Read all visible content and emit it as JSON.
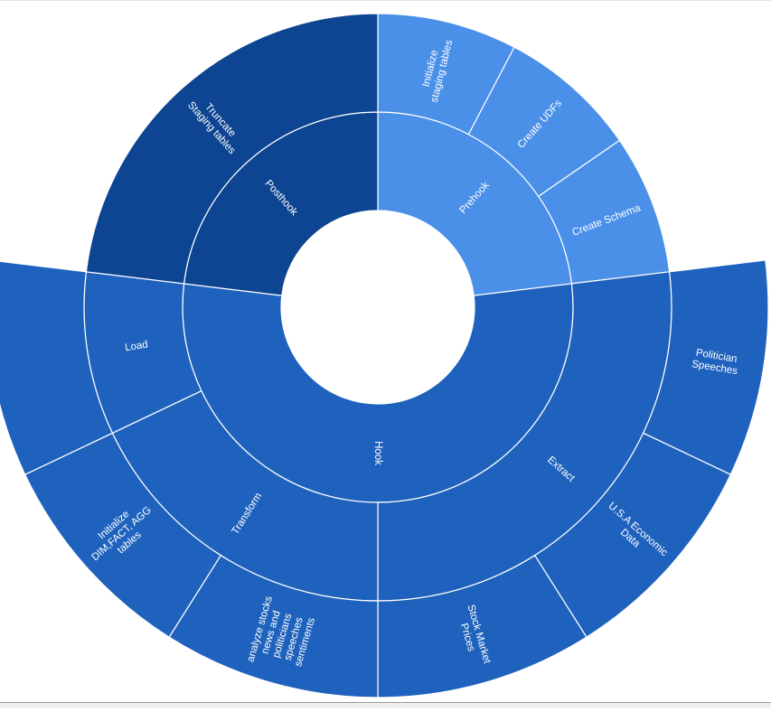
{
  "chart_data": {
    "type": "sunburst",
    "colors": {
      "Posthook": "#0d4592",
      "Prehook": "#4a8fe8",
      "Hook": "#1f62bd",
      "border": "#ffffff"
    },
    "root": {
      "children": [
        {
          "name": "Prehook",
          "value": 3,
          "children": [
            {
              "name": "Initialize staging tables",
              "value": 1
            },
            {
              "name": "Create UDFs",
              "value": 1
            },
            {
              "name": "Create Schema",
              "value": 1
            }
          ]
        },
        {
          "name": "Hook",
          "value": 7,
          "children": [
            {
              "name": "Extract",
              "value": 3,
              "children": [
                {
                  "name": "Politician Speeches",
                  "value": 1
                },
                {
                  "name": "U.S.A Economic Data",
                  "value": 1
                },
                {
                  "name": "Stock Market Prices",
                  "value": 1
                }
              ]
            },
            {
              "name": "Transform",
              "value": 2,
              "children": [
                {
                  "name": "analyze stocks news and politicians speeches sentiments",
                  "value": 1
                },
                {
                  "name": "Initialize DIM,FACT, AGG tables",
                  "value": 1
                }
              ]
            },
            {
              "name": "Load",
              "value": 1,
              "children": [
                {
                  "name": "",
                  "value": 1
                }
              ]
            }
          ]
        },
        {
          "name": "Posthook",
          "value": 3,
          "children": [
            {
              "name": "Truncate Staging tables",
              "value": 3
            }
          ]
        }
      ]
    }
  }
}
